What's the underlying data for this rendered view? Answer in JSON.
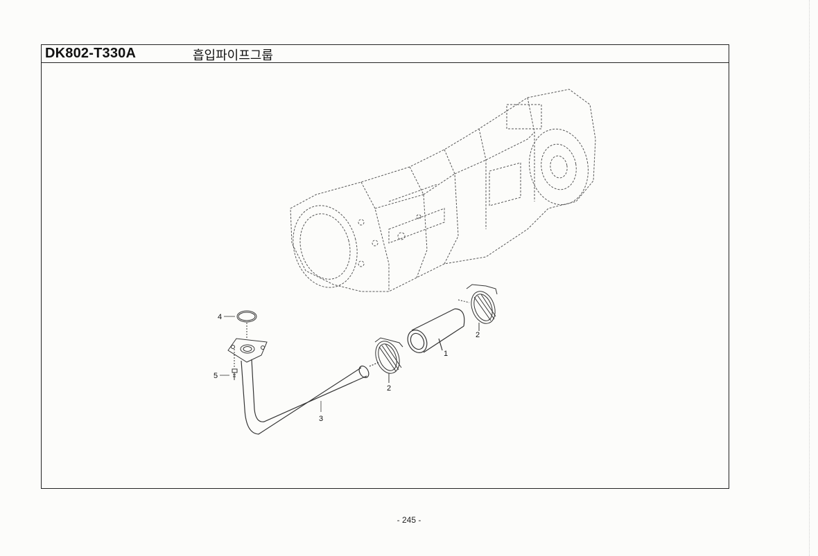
{
  "header": {
    "model_code": "DK802-T330A",
    "group_name": "흡입파이프그룹"
  },
  "callouts": [
    {
      "id": "1",
      "label": "1"
    },
    {
      "id": "2a",
      "label": "2"
    },
    {
      "id": "2b",
      "label": "2"
    },
    {
      "id": "3",
      "label": "3"
    },
    {
      "id": "4",
      "label": "4"
    },
    {
      "id": "5",
      "label": "5"
    }
  ],
  "footer": {
    "page_number": "- 245 -"
  }
}
